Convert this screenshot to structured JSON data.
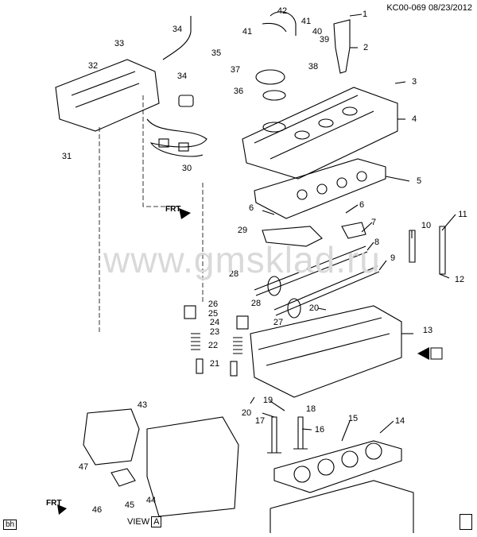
{
  "header": {
    "code": "KC00-069",
    "date": "08/23/2012"
  },
  "watermark": "www.gmsklad.ru",
  "corner_tag": "bh",
  "view_label": "VIEW",
  "view_letter": "A",
  "frt_label": "FRT",
  "callouts": [
    "1",
    "2",
    "3",
    "4",
    "5",
    "6",
    "6",
    "7",
    "8",
    "9",
    "10",
    "11",
    "12",
    "13",
    "14",
    "15",
    "16",
    "17",
    "18",
    "19",
    "20",
    "20",
    "21",
    "22",
    "23",
    "24",
    "25",
    "26",
    "27",
    "28",
    "28",
    "29",
    "30",
    "31",
    "32",
    "33",
    "34",
    "34",
    "35",
    "36",
    "37",
    "38",
    "39",
    "40",
    "41",
    "41",
    "42",
    "43",
    "44",
    "45",
    "46",
    "47"
  ]
}
